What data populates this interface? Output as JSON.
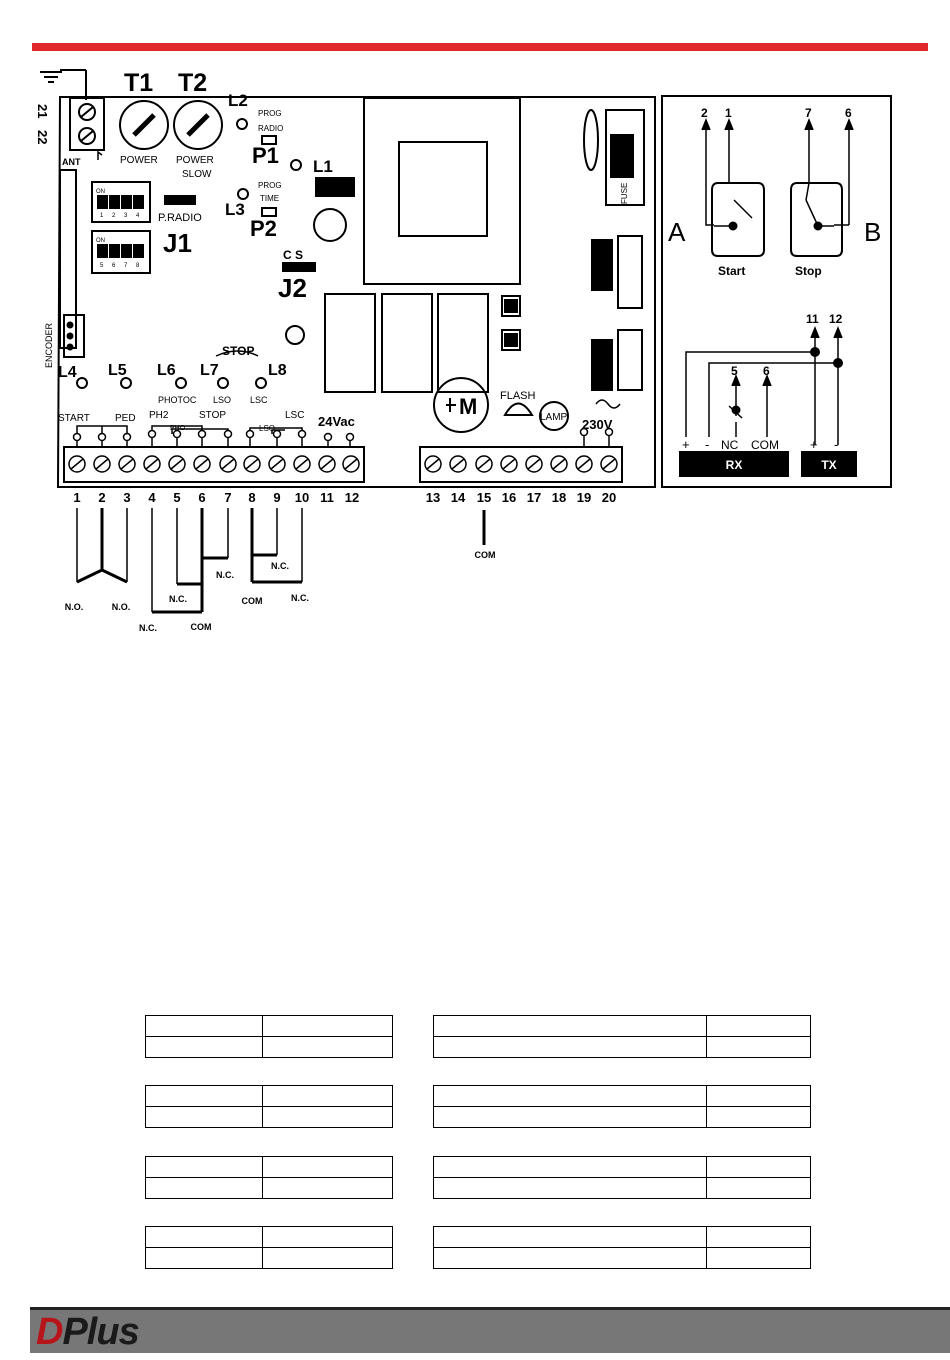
{
  "colors": {
    "header_bar": "#e0272b",
    "footer_bar": "#777777",
    "logo_red": "#b8151b",
    "ink": "#000000"
  },
  "board": {
    "antenna_numbers": [
      "21",
      "22"
    ],
    "antenna_label": "ANT",
    "trimmers": [
      {
        "id": "T1",
        "label": "POWER"
      },
      {
        "id": "T2",
        "label": "POWER",
        "sublabel": "SLOW"
      }
    ],
    "leds": [
      "L1",
      "L2",
      "L3",
      "L4",
      "L5",
      "L6",
      "L7",
      "L8"
    ],
    "buttons": {
      "P1": "P1",
      "P2": "P2",
      "p1_text": [
        "PROG",
        "RADIO"
      ],
      "p2_text": [
        "PROG",
        "TIME"
      ]
    },
    "jumpers": {
      "J1": "J1",
      "J2": "J2",
      "j1_label": "P.RADIO",
      "j2_label": "C S"
    },
    "dip_label": "ON",
    "dip_numbers_top": [
      "1",
      "2",
      "3",
      "4"
    ],
    "dip_numbers_bottom": [
      "5",
      "6",
      "7",
      "8"
    ],
    "encoder_label": "ENCODER",
    "stop_label": "STOP",
    "led_labels": {
      "L6": "PHOTOC",
      "L7": "LSO",
      "L8": "LSC"
    },
    "input_labels": {
      "start": "START",
      "ped": "PED",
      "ph2": "PH2",
      "stop": "STOP",
      "pho": "PHO",
      "lsc": "LSC",
      "lso": "LSO",
      "vac": "24Vac"
    },
    "output_labels": {
      "motor": "M",
      "flash": "FLASH",
      "lamp": "LAMP",
      "mains": "230V",
      "fuse": "FUSE"
    },
    "terminals_left": [
      "1",
      "2",
      "3",
      "4",
      "5",
      "6",
      "7",
      "8",
      "9",
      "10",
      "11",
      "12"
    ],
    "terminals_right": [
      "13",
      "14",
      "15",
      "16",
      "17",
      "18",
      "19",
      "20"
    ],
    "wiring_labels": {
      "no1": "N.O.",
      "no2": "N.O.",
      "nc_a": "N.C.",
      "nc_b": "N.C.",
      "nc_c": "N.C.",
      "nc_d": "N.C.",
      "nc_e": "N.C.",
      "com_a": "COM",
      "com_b": "COM",
      "com_c": "COM"
    }
  },
  "inset": {
    "top_numbers": [
      "2",
      "1",
      "7",
      "6"
    ],
    "label_a": "A",
    "label_b": "B",
    "start_label": "Start",
    "stop_label": "Stop",
    "nums_11_12": [
      "11",
      "12"
    ],
    "nums_5_6": [
      "5",
      "6"
    ],
    "signs": [
      "+",
      "-",
      "+",
      "-"
    ],
    "nc_label": "NC",
    "com_label": "COM",
    "rx_label": "RX",
    "tx_label": "TX"
  },
  "footer": {
    "logo_d": "D",
    "logo_plus": "Plus"
  }
}
